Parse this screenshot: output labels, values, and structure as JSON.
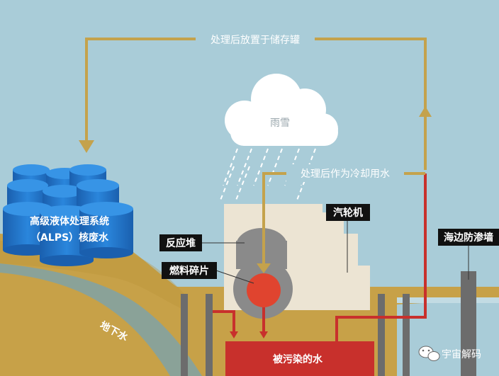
{
  "labels": {
    "storage": "处理后放置于储存罐",
    "rain_snow": "雨雪",
    "cooling": "处理后作为冷却用水",
    "alps_line1": "高级液体处理系统",
    "alps_line2": "（ALPS）核废水",
    "reactor": "反应堆",
    "fuel": "燃料碎片",
    "turbine": "汽轮机",
    "seawall": "海边防渗墙",
    "groundwater": "地下水",
    "contaminated": "被污染的水"
  },
  "watermark": {
    "text": "宇宙解码",
    "icon": "wechat-icon"
  },
  "colors": {
    "sky": "#a9ccd8",
    "ground": "#c9a24a",
    "flow_arrow": "#c4a24c",
    "contaminated_water": "#c8302c",
    "fuel_debris": "#e0442f",
    "reactor_gray": "#8a8a8a",
    "tank_blue": "#1f6fc4",
    "building": "#ece4d3"
  }
}
